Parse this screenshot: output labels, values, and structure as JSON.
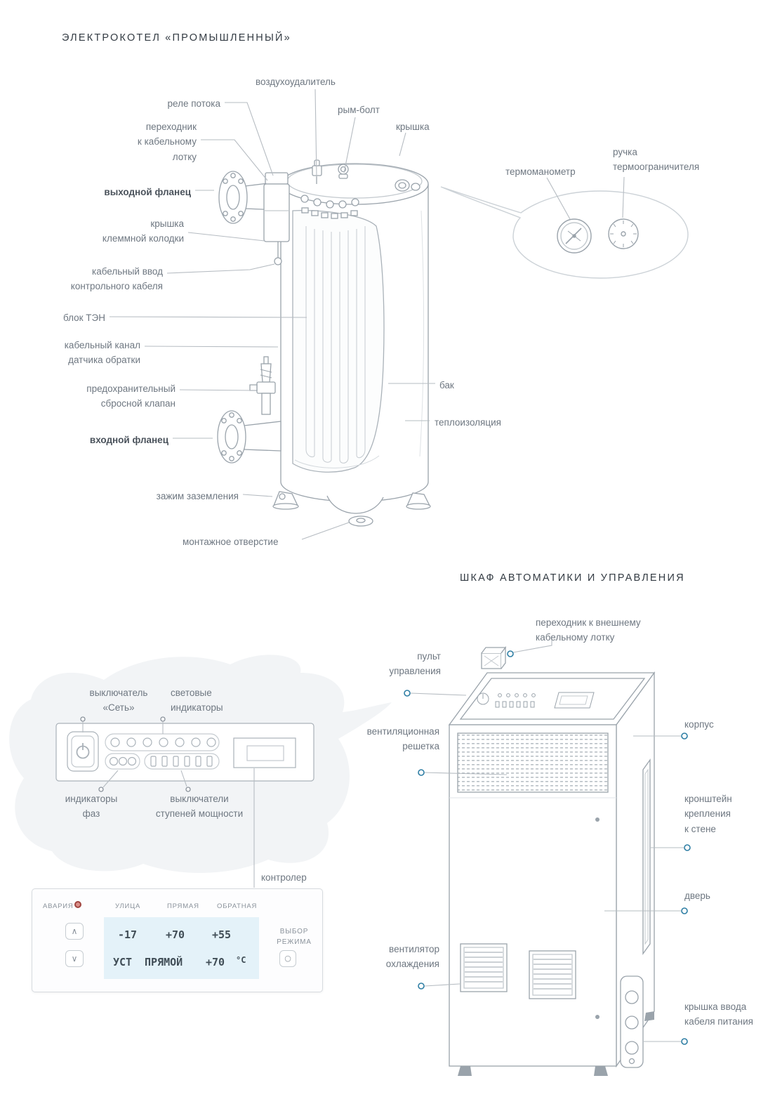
{
  "titles": {
    "boiler": "ЭЛЕКТРОКОТЕЛ «ПРОМЫШЛЕННЫЙ»",
    "cabinet": "ШКАФ АВТОМАТИКИ И УПРАВЛЕНИЯ"
  },
  "boiler": {
    "air_vent": "воздухоудалитель",
    "flow_relay": "реле потока",
    "cable_tray_adapter": "переходник\nк кабельному\nлотку",
    "output_flange": "выходной фланец",
    "terminal_cover": "крышка\nклеммной колодки",
    "control_cable_entry": "кабельный ввод\nконтрольного кабеля",
    "heater_block": "блок ТЭН",
    "return_sensor_duct": "кабельный канал\nдатчика обратки",
    "safety_valve": "предохранительный\nсбросной клапан",
    "inlet_flange": "входной фланец",
    "ground_clamp": "зажим заземления",
    "mounting_hole": "монтажное отверстие",
    "eye_bolt": "рым-болт",
    "lid": "крышка",
    "tank": "бак",
    "insulation": "теплоизоляция",
    "thermomanometer": "термоманометр",
    "limiter_handle": "ручка\nтермоограничителя"
  },
  "cabinet": {
    "external_tray_adapter": "переходник к внешнему\nкабельному лотку",
    "control_panel": "пульт\nуправления",
    "vent_grille": "вентиляционная\nрешетка",
    "body": "корпус",
    "wall_bracket": "кронштейн\nкрепления\nк стене",
    "door": "дверь",
    "cooling_fan": "вентилятор\nохлаждения",
    "cable_entry_cover": "крышка ввода\nкабеля питания"
  },
  "panel": {
    "power_switch": "выключатель\n«Сеть»",
    "indicators": "световые\nиндикаторы",
    "phase_indicators": "индикаторы\nфаз",
    "step_switches": "выключатели\nступеней мощности",
    "controller": "контролер"
  },
  "controller": {
    "alarm": "АВАРИЯ",
    "columns": {
      "street": "УЛИЦА",
      "direct": "ПРЯМАЯ",
      "return": "ОБРАТНАЯ"
    },
    "values": {
      "street": "-17",
      "direct": "+70",
      "return": "+55"
    },
    "set_row": {
      "label": "УСТ",
      "mode": "ПРЯМОЙ",
      "value": "+70",
      "unit": "°C"
    },
    "mode_button_label": "ВЫБОР\nРЕЖИМА",
    "icons": {
      "up": "∧",
      "down": "∨",
      "mode": "○"
    }
  },
  "colors": {
    "marker_blue": "#2e7ea4",
    "label_gray": "#6e7781",
    "title_dark": "#333b43",
    "leader_line": "#b6bcc2",
    "drawing_line": "#9aa3ab",
    "alarm_red": "#a0443f",
    "lcd_bg": "#e4f2f9"
  }
}
